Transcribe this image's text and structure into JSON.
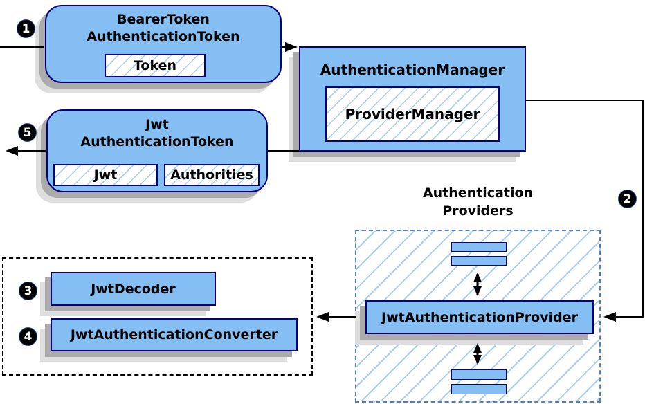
{
  "colors": {
    "node_fill": "#85bef2",
    "node_border": "#000080",
    "hatch_line": "#a9cdec",
    "container_border": "#4e7fbf",
    "shadow_dark": "#ababab",
    "shadow_light": "#dedede",
    "connector": "#000000",
    "badge_bg": "#000000",
    "badge_text": "#ffffff"
  },
  "badges": {
    "step1": "1",
    "step2": "2",
    "step3": "3",
    "step4": "4",
    "step5": "5"
  },
  "nodes": {
    "bearer": {
      "title_line1": "BearerToken",
      "title_line2": "AuthenticationToken",
      "field_token": "Token"
    },
    "manager": {
      "title": "AuthenticationManager",
      "inner": "ProviderManager"
    },
    "jwt": {
      "title_line1": "Jwt",
      "title_line2": "AuthenticationToken",
      "field_jwt": "Jwt",
      "field_authorities": "Authorities"
    },
    "providers_group": {
      "title_line1": "Authentication",
      "title_line2": "Providers"
    },
    "provider": {
      "label": "JwtAuthenticationProvider"
    },
    "decoder": {
      "label": "JwtDecoder"
    },
    "converter": {
      "label": "JwtAuthenticationConverter"
    }
  }
}
